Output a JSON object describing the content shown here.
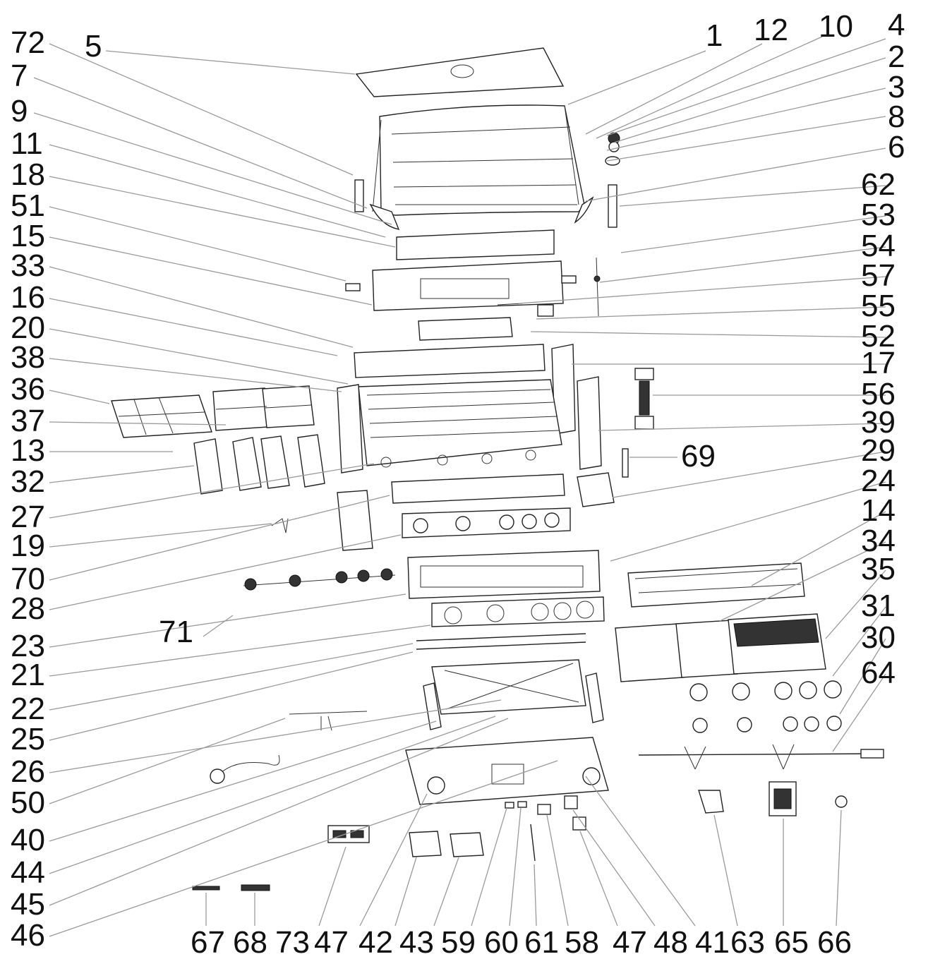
{
  "diagram": {
    "left_labels": [
      "72",
      "5",
      "7",
      "9",
      "11",
      "18",
      "51",
      "15",
      "33",
      "16",
      "20",
      "38",
      "36",
      "37",
      "13",
      "32",
      "27",
      "19",
      "70",
      "28",
      "71",
      "23",
      "21",
      "22",
      "25",
      "26",
      "50",
      "40",
      "44",
      "45",
      "46"
    ],
    "right_labels": [
      "1",
      "12",
      "10",
      "4",
      "2",
      "3",
      "8",
      "6",
      "62",
      "53",
      "54",
      "57",
      "55",
      "52",
      "17",
      "56",
      "39",
      "69",
      "29",
      "24",
      "14",
      "34",
      "35",
      "31",
      "30",
      "64"
    ],
    "bottom_labels": [
      "67",
      "68",
      "73",
      "47",
      "42",
      "43",
      "59",
      "60",
      "61",
      "58",
      "47",
      "48",
      "41",
      "63",
      "65",
      "66"
    ]
  }
}
